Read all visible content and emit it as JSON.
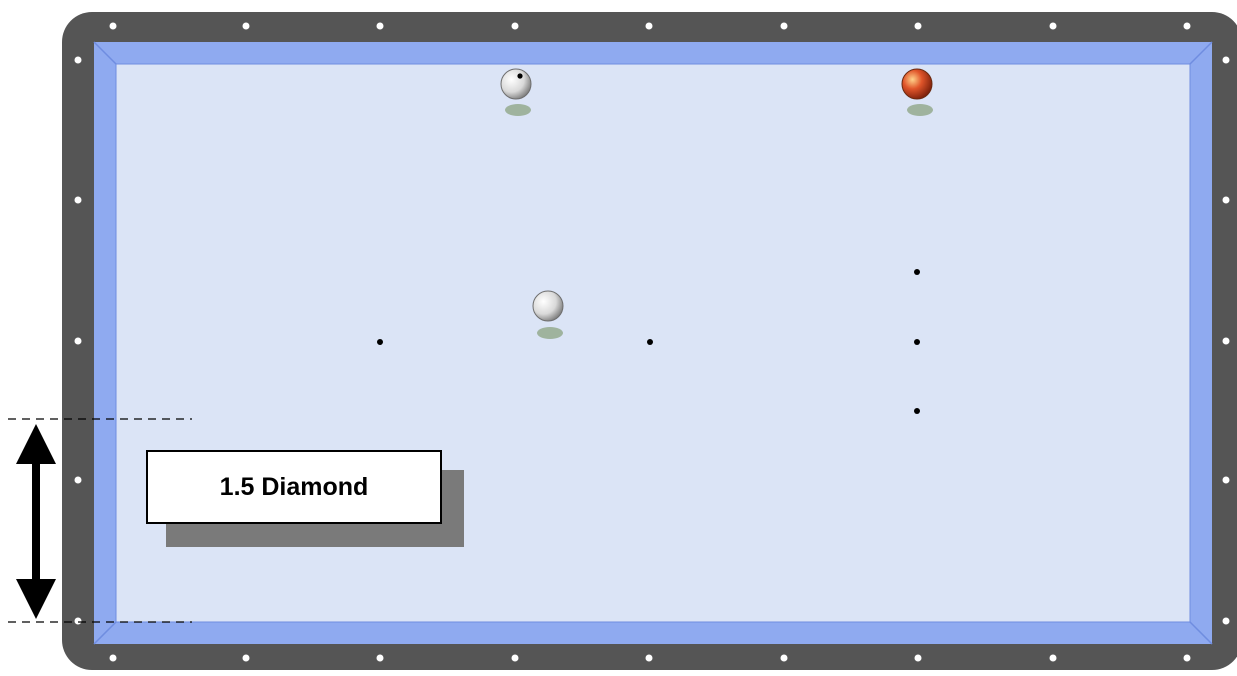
{
  "diagram": {
    "label": "1.5  Diamond",
    "colors": {
      "rail": "#555555",
      "cushion": "#8faaf0",
      "cloth": "#dbe4f6",
      "diamond": "#ffffff",
      "white_ball": "#f2f2f2",
      "red_ball": "#d94a1e",
      "arrow": "#000000",
      "label_shadow": "#7a7a7a"
    },
    "balls": [
      {
        "name": "cue-ball-with-dot",
        "color": "white"
      },
      {
        "name": "red-ball",
        "color": "red"
      },
      {
        "name": "white-ball",
        "color": "white"
      }
    ],
    "marker_spots": 5
  }
}
